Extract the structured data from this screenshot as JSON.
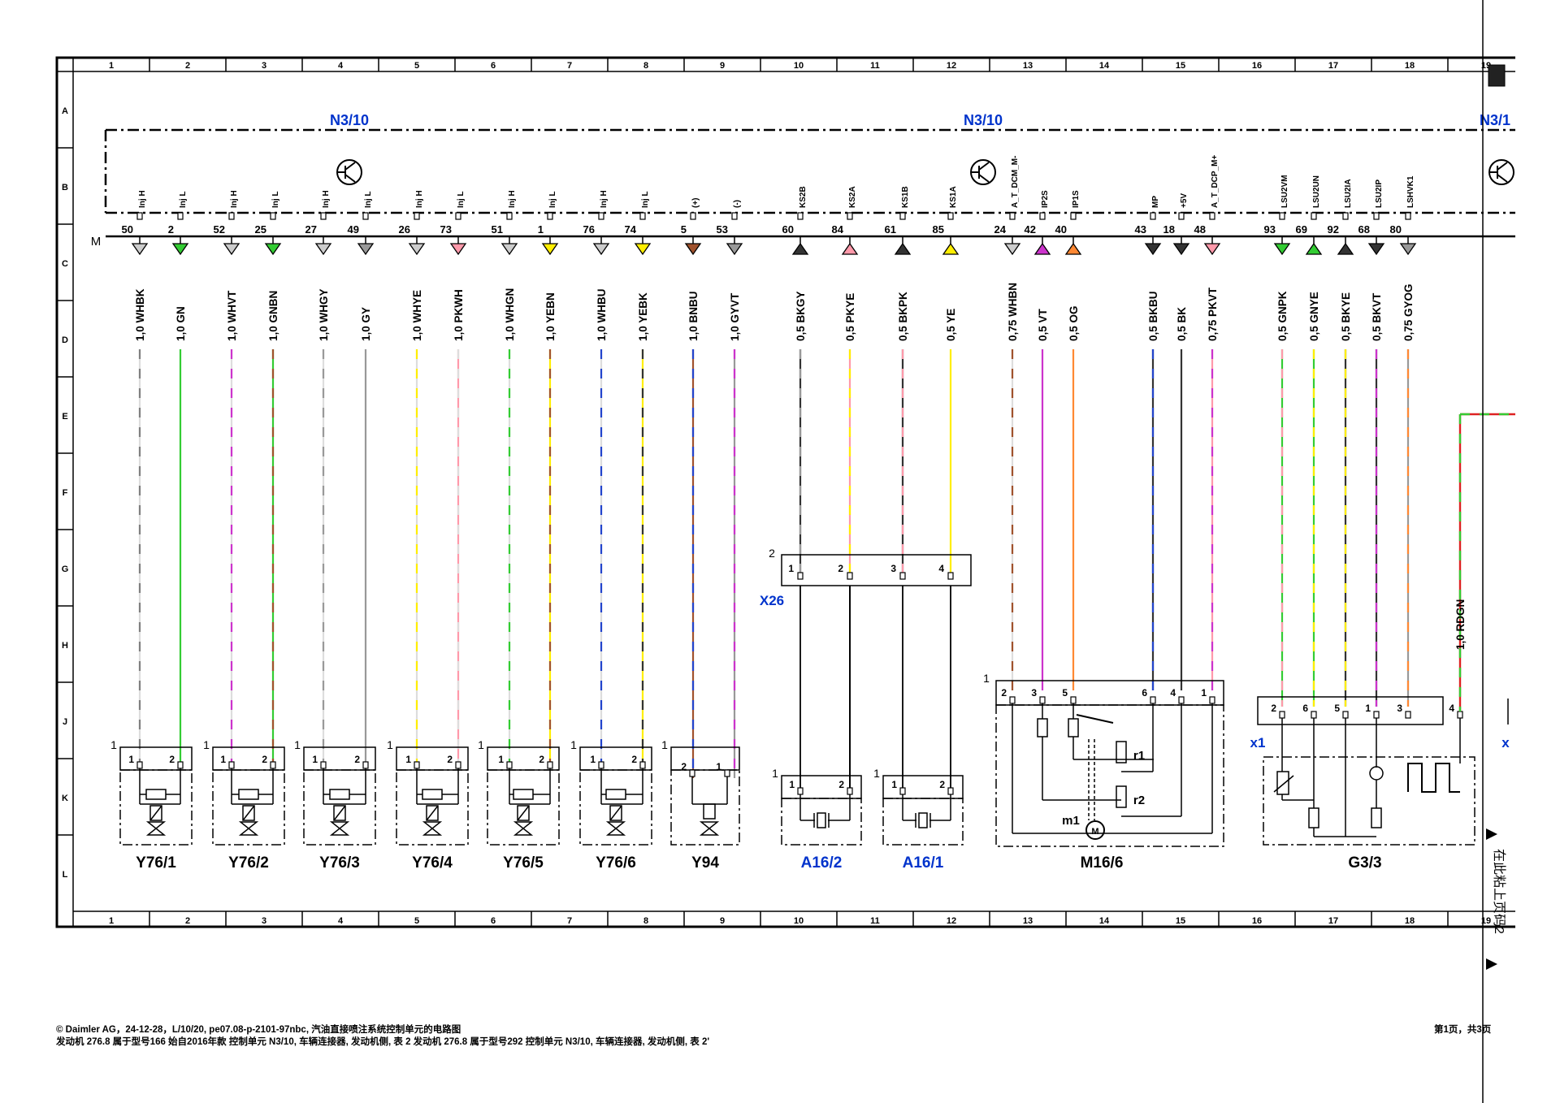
{
  "grid": {
    "columns": [
      "1",
      "2",
      "3",
      "4",
      "5",
      "6",
      "7",
      "8",
      "9",
      "10",
      "11",
      "12",
      "13",
      "14",
      "15",
      "16",
      "17",
      "18",
      "19"
    ],
    "rows": [
      "A",
      "B",
      "C",
      "D",
      "E",
      "F",
      "G",
      "H",
      "J",
      "K",
      "L"
    ]
  },
  "module_labels": [
    "N3/10",
    "N3/10",
    "N3/1"
  ],
  "bus_label": "M",
  "pins": [
    {
      "tag": "Inj H",
      "pin": "50",
      "wire": "1,0 WHBK",
      "colors": [
        "#ffffff",
        "#808080"
      ]
    },
    {
      "tag": "Inj L",
      "pin": "2",
      "wire": "1,0 GN",
      "colors": [
        "#33cc33"
      ]
    },
    {
      "tag": "Inj H",
      "pin": "52",
      "wire": "1,0 WHVT",
      "colors": [
        "#ffffff",
        "#cc33cc"
      ]
    },
    {
      "tag": "Inj L",
      "pin": "25",
      "wire": "1,0 GNBN",
      "colors": [
        "#33cc33",
        "#a0522d"
      ]
    },
    {
      "tag": "Inj H",
      "pin": "27",
      "wire": "1,0 WHGY",
      "colors": [
        "#ffffff",
        "#999999"
      ]
    },
    {
      "tag": "Inj L",
      "pin": "49",
      "wire": "1,0 GY",
      "colors": [
        "#999999"
      ]
    },
    {
      "tag": "Inj H",
      "pin": "26",
      "wire": "1,0 WHYE",
      "colors": [
        "#ffffff",
        "#ffee00"
      ]
    },
    {
      "tag": "Inj L",
      "pin": "73",
      "wire": "1,0 PKWH",
      "colors": [
        "#ff99aa",
        "#ffffff"
      ]
    },
    {
      "tag": "Inj H",
      "pin": "51",
      "wire": "1,0 WHGN",
      "colors": [
        "#ffffff",
        "#33cc33"
      ]
    },
    {
      "tag": "Inj L",
      "pin": "1",
      "wire": "1,0 YEBN",
      "colors": [
        "#ffee00",
        "#a0522d"
      ]
    },
    {
      "tag": "Inj H",
      "pin": "76",
      "wire": "1,0 WHBU",
      "colors": [
        "#ffffff",
        "#2244cc"
      ]
    },
    {
      "tag": "Inj L",
      "pin": "74",
      "wire": "1,0 YEBK",
      "colors": [
        "#ffee00",
        "#333333"
      ]
    },
    {
      "tag": "(+)",
      "pin": "5",
      "wire": "1,0 BNBU",
      "colors": [
        "#a0522d",
        "#2244cc"
      ]
    },
    {
      "tag": "(-)",
      "pin": "53",
      "wire": "1,0 GYVT",
      "colors": [
        "#999999",
        "#cc33cc"
      ]
    },
    {
      "tag": "KS2B",
      "pin": "60",
      "wire": "0,5 BKGY",
      "colors": [
        "#333333",
        "#999999"
      ]
    },
    {
      "tag": "KS2A",
      "pin": "84",
      "wire": "0,5 PKYE",
      "colors": [
        "#ff99aa",
        "#ffee00"
      ]
    },
    {
      "tag": "KS1B",
      "pin": "61",
      "wire": "0,5 BKPK",
      "colors": [
        "#333333",
        "#ff99aa"
      ]
    },
    {
      "tag": "KS1A",
      "pin": "85",
      "wire": "0,5 YE",
      "colors": [
        "#ffee00"
      ]
    },
    {
      "tag": "A_T_DCM_M-",
      "pin": "24",
      "wire": "0,75 WHBN",
      "colors": [
        "#ffffff",
        "#a0522d"
      ]
    },
    {
      "tag": "IP2S",
      "pin": "42",
      "wire": "0,5 VT",
      "colors": [
        "#cc33cc"
      ]
    },
    {
      "tag": "IP1S",
      "pin": "40",
      "wire": "0,5 OG",
      "colors": [
        "#ff8833"
      ]
    },
    {
      "tag": "MP",
      "pin": "43",
      "wire": "0,5 BKBU",
      "colors": [
        "#333333",
        "#2244cc"
      ]
    },
    {
      "tag": "+5V",
      "pin": "18",
      "wire": "0,5 BK",
      "colors": [
        "#333333"
      ]
    },
    {
      "tag": "A_T_DCP_M+",
      "pin": "48",
      "wire": "0,75 PKVT",
      "colors": [
        "#ff99aa",
        "#cc33cc"
      ]
    },
    {
      "tag": "LSU2VM",
      "pin": "93",
      "wire": "0,5 GNPK",
      "colors": [
        "#33cc33",
        "#ff99aa"
      ]
    },
    {
      "tag": "LSU2UN",
      "pin": "69",
      "wire": "0,5 GNYE",
      "colors": [
        "#33cc33",
        "#ffee00"
      ]
    },
    {
      "tag": "LSU2IA",
      "pin": "92",
      "wire": "0,5 BKYE",
      "colors": [
        "#333333",
        "#ffee00"
      ]
    },
    {
      "tag": "LSU2IP",
      "pin": "68",
      "wire": "0,5 BKVT",
      "colors": [
        "#333333",
        "#cc33cc"
      ]
    },
    {
      "tag": "LSHVK1",
      "pin": "80",
      "wire": "0,75 GYOG",
      "colors": [
        "#999999",
        "#ff8833"
      ]
    }
  ],
  "components": [
    {
      "name": "Y76/1",
      "blue": false,
      "conn": "1",
      "pins": [
        "1",
        "2"
      ]
    },
    {
      "name": "Y76/2",
      "blue": false,
      "conn": "1",
      "pins": [
        "1",
        "2"
      ]
    },
    {
      "name": "Y76/3",
      "blue": false,
      "conn": "1",
      "pins": [
        "1",
        "2"
      ]
    },
    {
      "name": "Y76/4",
      "blue": false,
      "conn": "1",
      "pins": [
        "1",
        "2"
      ]
    },
    {
      "name": "Y76/5",
      "blue": false,
      "conn": "1",
      "pins": [
        "1",
        "2"
      ]
    },
    {
      "name": "Y76/6",
      "blue": false,
      "conn": "1",
      "pins": [
        "1",
        "2"
      ]
    },
    {
      "name": "Y94",
      "blue": false,
      "conn": "1",
      "pins": [
        "2",
        "1"
      ]
    },
    {
      "name": "A16/2",
      "blue": true,
      "conn": "1",
      "pins": [
        "1",
        "2"
      ]
    },
    {
      "name": "A16/1",
      "blue": true,
      "conn": "1",
      "pins": [
        "1",
        "2"
      ]
    },
    {
      "name": "M16/6",
      "blue": false,
      "conn": "1",
      "pins": [
        "2",
        "3",
        "5",
        "6",
        "4",
        "1"
      ],
      "parts": [
        "r1",
        "r2",
        "m1"
      ]
    },
    {
      "name": "G3/3",
      "blue": false,
      "conn": "x1",
      "pins": [
        "2",
        "6",
        "5",
        "1",
        "3",
        "4"
      ]
    }
  ],
  "x26": {
    "name": "X26",
    "conn": "2",
    "pins": [
      "1",
      "2",
      "3",
      "4"
    ]
  },
  "right_wire": "1,0 RDGN",
  "right_conn": "x",
  "side_note": "在此粘上页码2",
  "footer": {
    "line1": "© Daimler AG，24-12-28，L/10/20, pe07.08-p-2101-97nbc, 汽油直接喷注系统控制单元的电路图",
    "line2": "发动机 276.8 属于型号166 始自2016年款 控制单元 N3/10, 车辆连接器, 发动机侧, 表 2 发动机 276.8 属于型号292 控制单元 N3/10, 车辆连接器, 发动机侧, 表 2'",
    "page": "第1页，共3页"
  }
}
